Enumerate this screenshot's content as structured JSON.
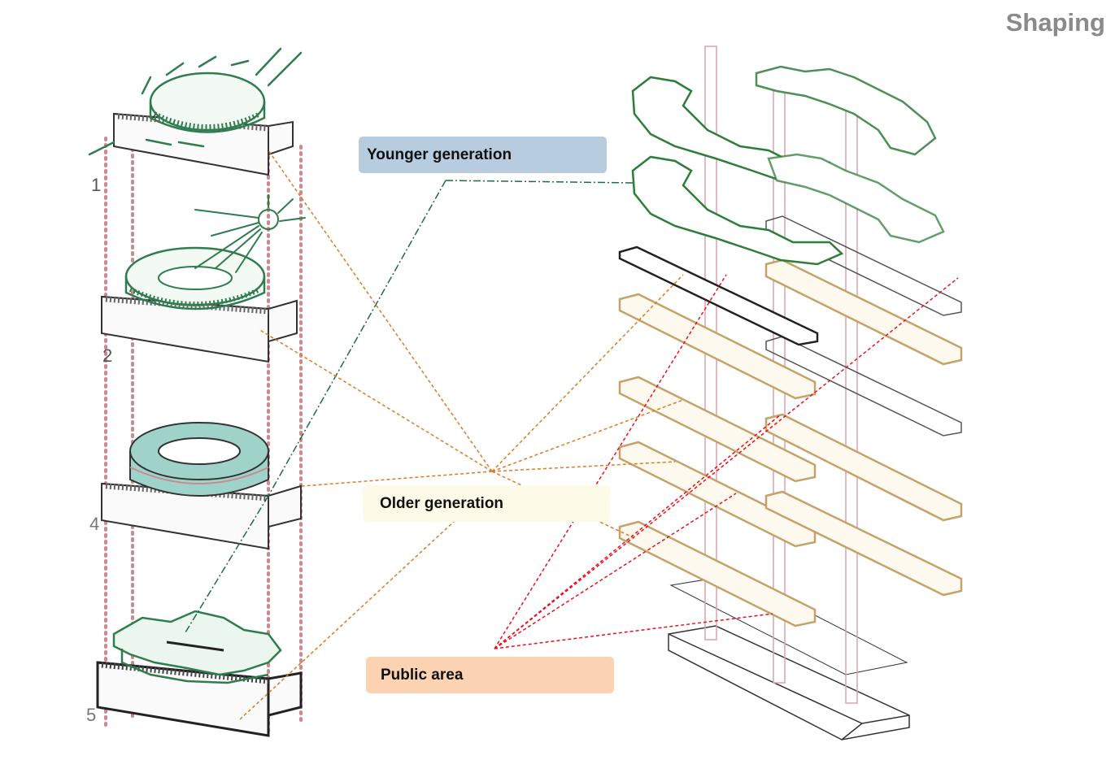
{
  "title": "Shaping",
  "labels": {
    "younger": "Younger generation",
    "older": "Older generation",
    "public": "Public area"
  },
  "step_numbers": [
    "1",
    "2",
    "4",
    "5"
  ],
  "colors": {
    "younger_box": "#b8cce0",
    "older_box": "#fdfbe8",
    "public_box": "#fbd2b2",
    "sketch_green": "#2f7d4e",
    "sketch_dark": "#333333",
    "sketch_teal": "#7fbfb4",
    "pillar_dots": "#c98a90",
    "older_floor": "#c4a26a",
    "younger_floor": "#2e7d3a",
    "pillar_pink": "#d9a3ad",
    "leader_orange": "#e07a20",
    "leader_red": "#e8101c",
    "leader_green": "#1d6b4a",
    "title_gray": "#8a8a8a"
  }
}
